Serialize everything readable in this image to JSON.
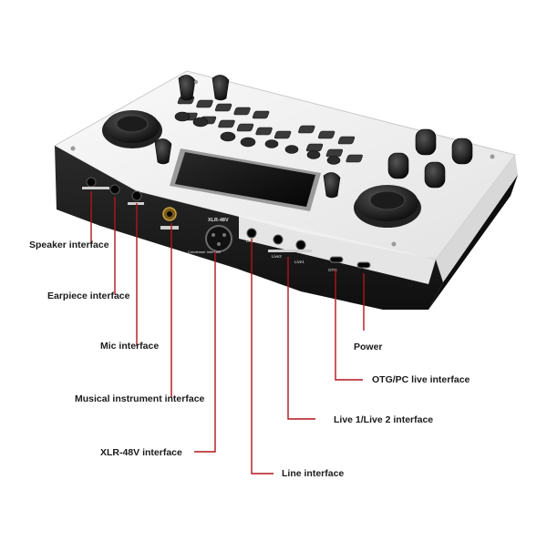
{
  "device": {
    "panel_labels": {
      "xlr": "XLR-48V",
      "condenser": "Condenser Interface",
      "line": "Line",
      "live2": "Live2",
      "live1": "Live1",
      "otg": "OTG"
    }
  },
  "callouts": {
    "speaker": "Speaker interface",
    "earpiece": "Earpiece interface",
    "mic": "Mic interface",
    "instrument": "Musical instrument interface",
    "xlr": "XLR-48V interface",
    "line": "Line interface",
    "live": "Live 1/Live 2 interface",
    "otg": "OTG/PC live interface",
    "power": "Power"
  },
  "colors": {
    "leader": "#b0151b",
    "body_white": "#f2f2f2",
    "body_dark": "#1c1c1c",
    "screen": "#111111"
  }
}
